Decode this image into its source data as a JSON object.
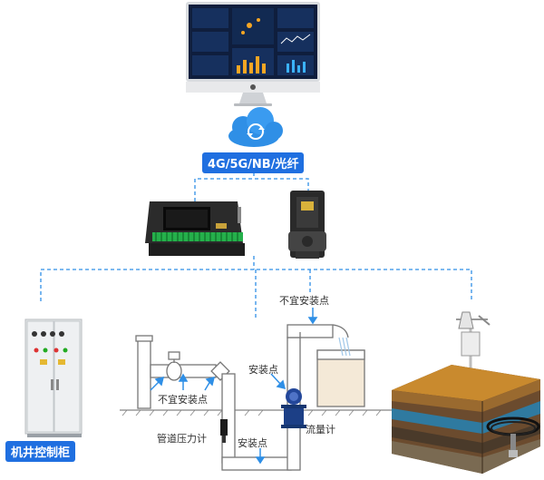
{
  "network_label": "4G/5G/NB/光纤",
  "cabinet_label": "机井控制柜",
  "labels": {
    "unsuitable_top": "不宜安装点",
    "unsuitable_left": "不宜安装点",
    "install_1": "安装点",
    "install_2": "安装点",
    "pressure_gauge": "管道压力计",
    "flowmeter": "流量计"
  },
  "icons": [
    "monitor-icon",
    "cloud-sync-icon",
    "controller-device-icon",
    "rtu-device-icon",
    "control-cabinet-icon",
    "weather-station-icon",
    "soil-cross-section-icon"
  ],
  "colors": {
    "accent": "#1f6fe0",
    "cloud": "#2f8fe6",
    "dashed": "#2f8fe6"
  }
}
